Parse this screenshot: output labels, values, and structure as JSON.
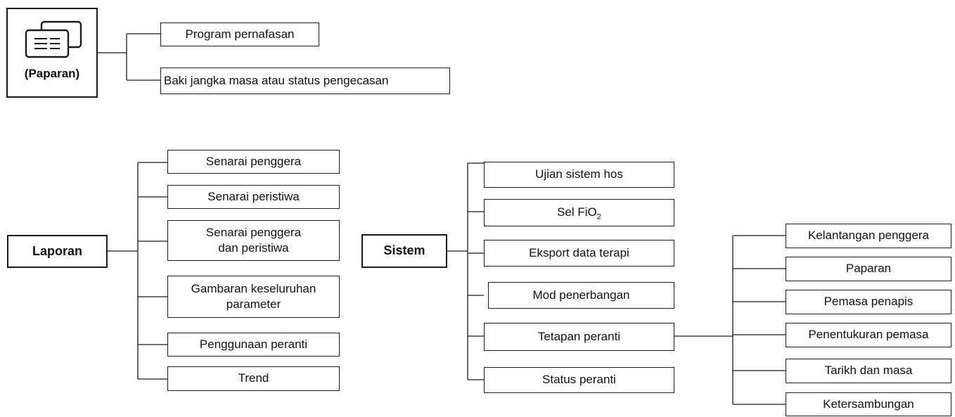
{
  "display": {
    "root_label": "(Paparan)",
    "icon": "screens-icon",
    "items": [
      "Program pernafasan",
      "Baki jangka masa atau status pengecasan"
    ]
  },
  "laporan": {
    "root_label": "Laporan",
    "items": [
      "Senarai penggera",
      "Senarai peristiwa",
      "Senarai penggera\ndan peristiwa",
      "Gambaran keseluruhan\nparameter",
      "Penggunaan peranti",
      "Trend"
    ]
  },
  "sistem": {
    "root_label": "Sistem",
    "items": {
      "ujian": "Ujian sistem hos",
      "sel_prefix": "Sel FiO",
      "sel_sub": "2",
      "eksport": "Eksport data terapi",
      "mod": "Mod penerbangan",
      "tetapan": "Tetapan peranti",
      "status": "Status peranti"
    },
    "tetapan_items": [
      "Kelantangan penggera",
      "Paparan",
      "Pemasa penapis",
      "Penentukuran pemasa",
      "Tarikh dan masa",
      "Ketersambungan"
    ]
  }
}
